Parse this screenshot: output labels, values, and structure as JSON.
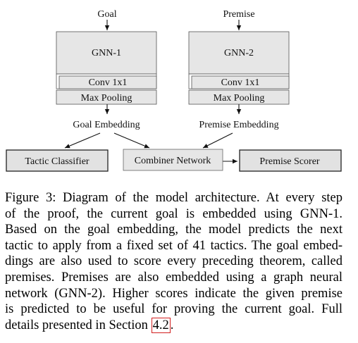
{
  "diagram": {
    "inputs": {
      "goal": "Goal",
      "premise": "Premise"
    },
    "left_branch": {
      "gnn": "GNN-1",
      "conv": "Conv 1x1",
      "pool": "Max Pooling",
      "embedding": "Goal Embedding"
    },
    "right_branch": {
      "gnn": "GNN-2",
      "conv": "Conv 1x1",
      "pool": "Max Pooling",
      "embedding": "Premise Embedding"
    },
    "outputs": {
      "tactic": "Tactic Classifier",
      "combiner": "Combiner Network",
      "scorer": "Premise Scorer"
    }
  },
  "caption": {
    "lines": [
      "Figure 3:  Diagram of the model architecture. At every step",
      "of the proof, the current goal is embedded using GNN-1.",
      "Based on the goal embedding, the model predicts the next",
      "tactic to apply from a fixed set of 41 tactics. The goal embed-",
      "dings are also used to score every preceding theorem, called",
      "premises. Premises are also embedded using a graph neural",
      "network (GNN-2). Higher scores indicate the given premise",
      "is predicted to be useful for proving the current goal. Full"
    ],
    "last_line": "details presented in Section ",
    "section_ref": "4.2",
    "last_suffix": "."
  }
}
